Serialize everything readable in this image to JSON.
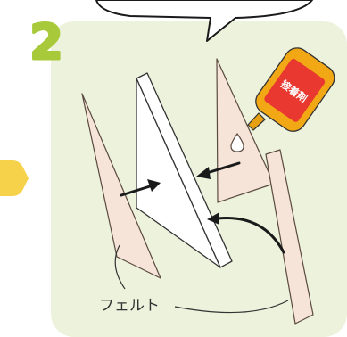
{
  "step": {
    "number": "2"
  },
  "labels": {
    "felt": "フェルト"
  },
  "bottle": {
    "label": "接着剤"
  },
  "colors": {
    "panel_bg": "#edf2dc",
    "step_number": "#a8c93a",
    "felt": "#f7e4d8",
    "felt_stroke": "#5a4a40",
    "foam": "#ffffff",
    "bottle_body": "#f1a814",
    "bottle_label": "#e8382f",
    "drop": "#ffffff",
    "arrow": "#1a1a1a",
    "side_arrow": "#f6d14a"
  },
  "icons": {
    "speech_bubble": "speech-bubble-icon",
    "glue_bottle": "glue-bottle-icon",
    "glue_drop": "glue-drop-icon",
    "previous_step_arrow": "previous-step-arrow-icon"
  }
}
